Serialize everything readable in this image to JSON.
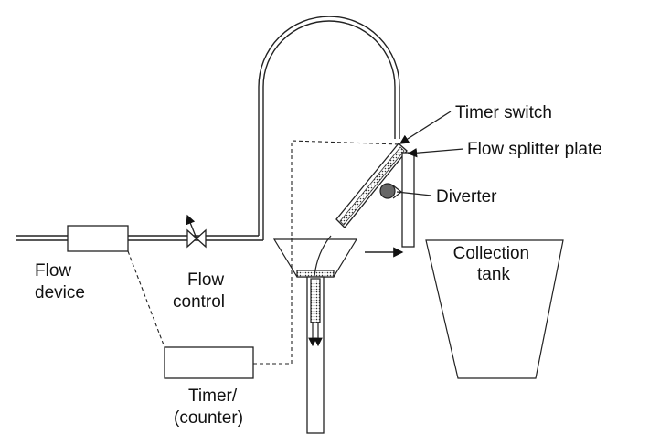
{
  "labels": {
    "flow_device": [
      "Flow",
      "device"
    ],
    "flow_control": [
      "Flow",
      "control"
    ],
    "timer": [
      "Timer/",
      "(counter)"
    ],
    "timer_switch": "Timer switch",
    "flow_splitter_plate": "Flow splitter plate",
    "diverter": "Diverter",
    "collection_tank": [
      "Collection",
      "tank"
    ]
  }
}
